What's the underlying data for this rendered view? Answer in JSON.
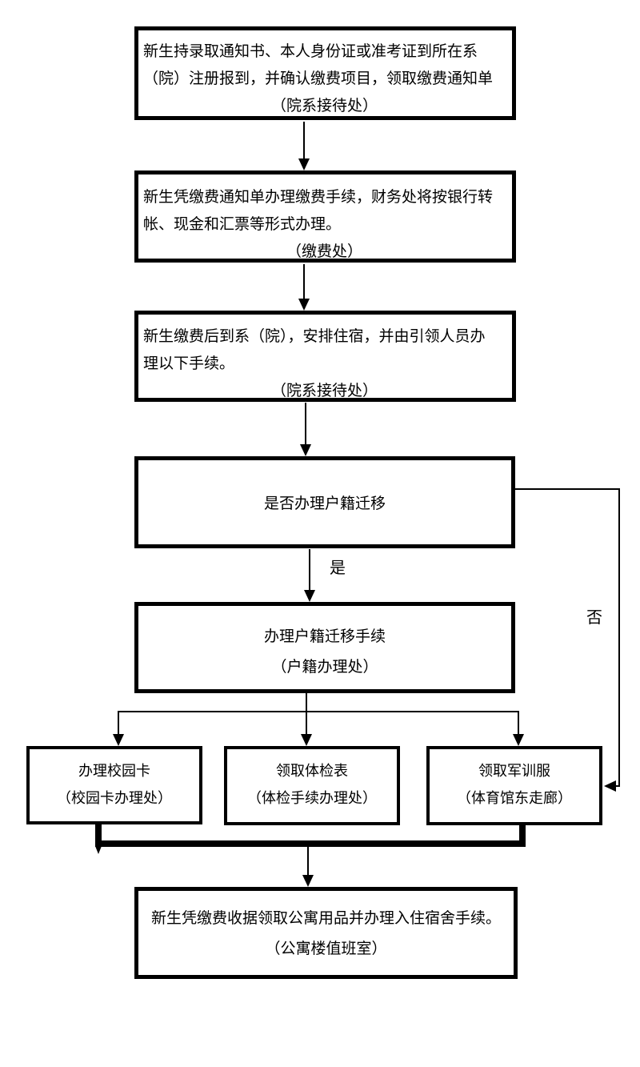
{
  "colors": {
    "line": "#000000",
    "background": "#ffffff"
  },
  "nodes": {
    "step1": {
      "lines": [
        "新生持录取通知书、本人身份证或准考证到所在系",
        "（院）注册报到，并确认缴费项目，领取缴费通知单",
        "（院系接待处）"
      ]
    },
    "step2": {
      "lines": [
        "新生凭缴费通知单办理缴费手续，财务处将按银行转",
        "帐、现金和汇票等形式办理。",
        "（缴费处）"
      ]
    },
    "step3": {
      "lines": [
        "新生缴费后到系（院），安排住宿，并由引领人员办",
        "理以下手续。",
        "（院系接待处）"
      ]
    },
    "decision": {
      "label": "是否办理户籍迁移"
    },
    "step4": {
      "lines": [
        "办理户籍迁移手续",
        "（户籍办理处）"
      ]
    },
    "campus_card": {
      "lines": [
        "办理校园卡",
        "（校园卡办理处）"
      ]
    },
    "medical_form": {
      "lines": [
        "领取体检表",
        "（体检手续办理处）"
      ]
    },
    "military_uniform": {
      "lines": [
        "领取军训服",
        "（体育馆东走廊）"
      ]
    },
    "dorm": {
      "lines": [
        "新生凭缴费收据领取公寓用品并办理入住宿舍手续。",
        "（公寓楼值班室）"
      ]
    }
  },
  "edge_labels": {
    "yes": "是",
    "no": "否"
  }
}
